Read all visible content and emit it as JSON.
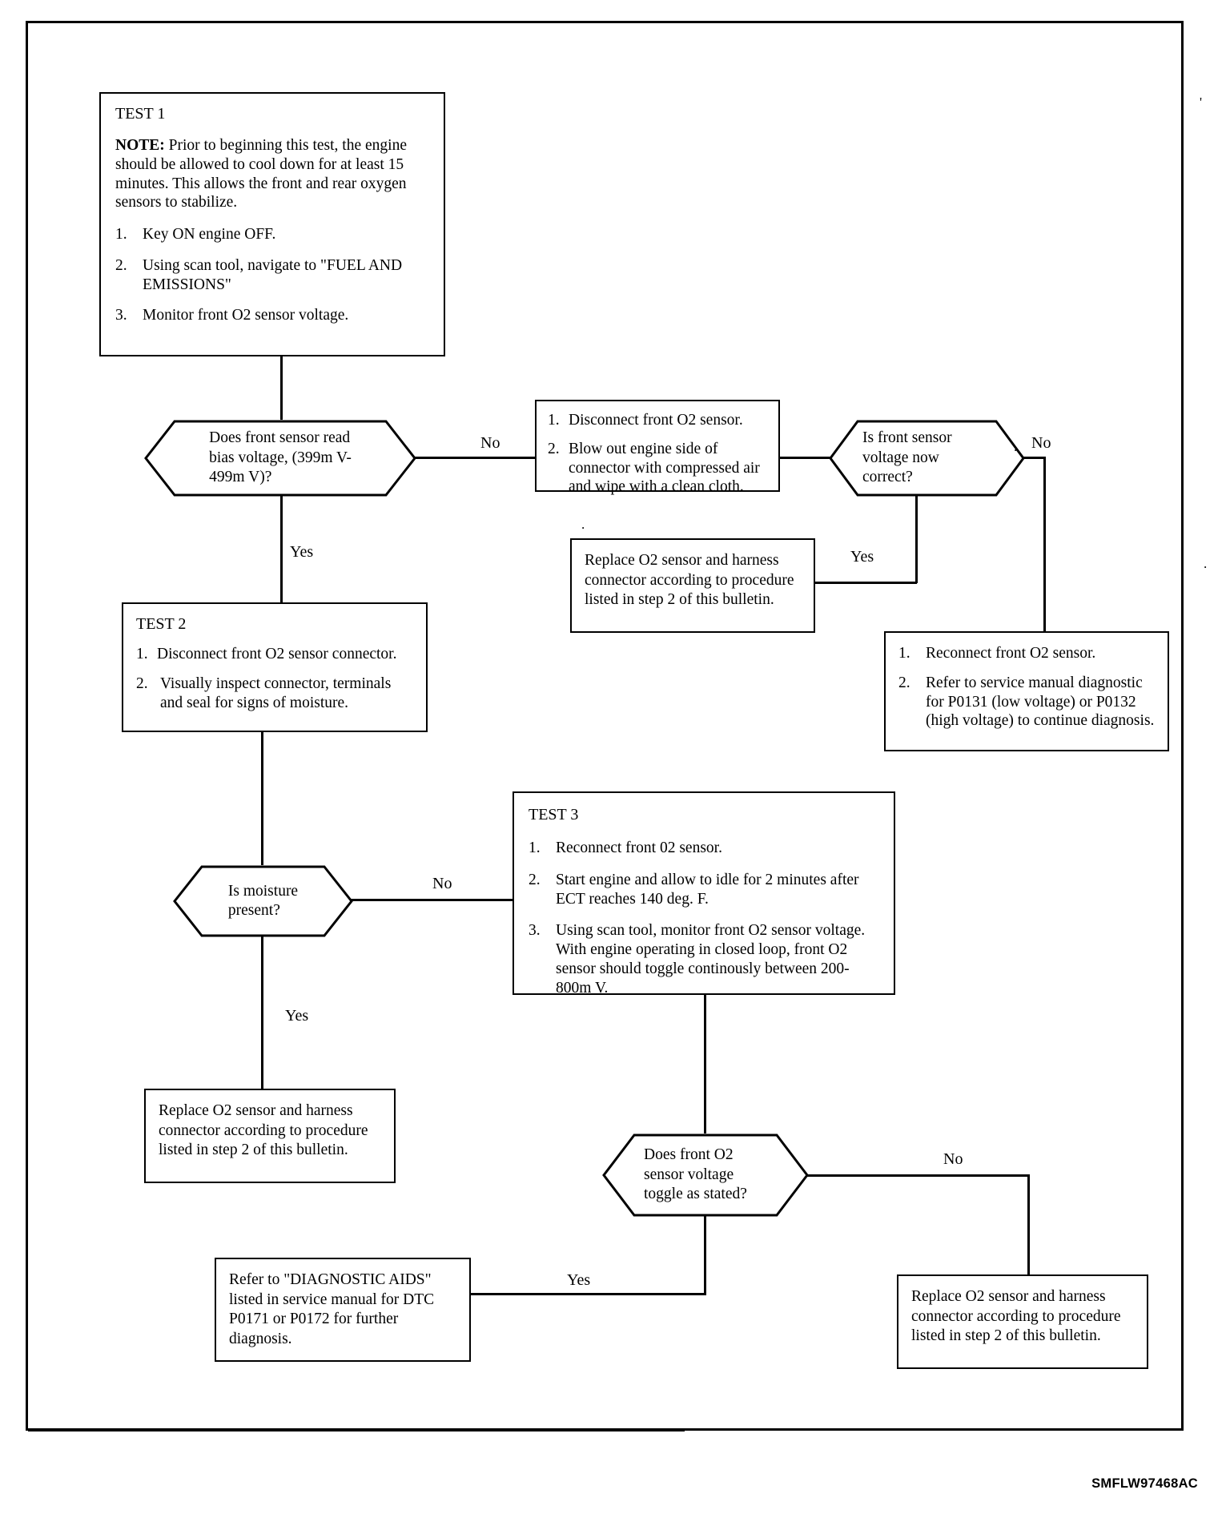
{
  "document": {
    "footer_code": "SMFLW97468AC"
  },
  "nodes": {
    "test1": {
      "title": "TEST 1",
      "note_label": "NOTE:",
      "note_text": " Prior to beginning this test, the engine should be allowed to cool down for at least 15 minutes. This allows the front and rear oxygen sensors to stabilize.",
      "steps": [
        {
          "num": "1.",
          "text": "Key ON engine OFF."
        },
        {
          "num": "2.",
          "text": "Using scan tool, navigate to \"FUEL AND EMISSIONS\""
        },
        {
          "num": "3.",
          "text": "Monitor front O2 sensor voltage."
        }
      ]
    },
    "decision1": {
      "lines": [
        "Does front sensor read",
        "bias voltage, (399m V-",
        "499m V)?"
      ]
    },
    "clean_connector": {
      "steps": [
        {
          "num": "1.",
          "text": "Disconnect front O2 sensor."
        },
        {
          "num": "2.",
          "text": "Blow out engine side of connector with compressed air and wipe with a clean cloth."
        }
      ]
    },
    "decision2": {
      "lines": [
        "Is front sensor",
        "voltage now",
        "correct?"
      ]
    },
    "replace_mid": {
      "text": "Replace O2 sensor and harness connector according to procedure listed in step 2 of this bulletin."
    },
    "reconnect_refer": {
      "steps": [
        {
          "num": "1.",
          "text": "Reconnect front O2 sensor."
        },
        {
          "num": "2.",
          "text": "Refer to service manual diagnostic for P0131 (low voltage) or P0132 (high voltage) to continue diagnosis."
        }
      ]
    },
    "test2": {
      "title": "TEST 2",
      "steps": [
        {
          "num": "1.",
          "text": "Disconnect front O2 sensor connector."
        },
        {
          "num": "2.",
          "text": "Visually inspect connector, terminals and seal for signs of moisture."
        }
      ]
    },
    "decision3": {
      "lines": [
        "Is moisture",
        "present?"
      ]
    },
    "test3": {
      "title": "TEST 3",
      "steps": [
        {
          "num": "1.",
          "text": "Reconnect front 02 sensor."
        },
        {
          "num": "2.",
          "text": "Start engine and allow to idle for 2 minutes after ECT reaches 140 deg. F."
        },
        {
          "num": "3.",
          "text": "Using scan tool, monitor front O2 sensor voltage. With engine operating in closed loop, front O2 sensor should toggle continously between 200-800m V."
        }
      ]
    },
    "replace_left": {
      "text": "Replace O2 sensor and harness connector according to procedure listed in step 2 of this bulletin."
    },
    "decision4": {
      "lines": [
        "Does front O2",
        "sensor voltage",
        "toggle as stated?"
      ]
    },
    "diagnostic_aids": {
      "text": "Refer to \"DIAGNOSTIC AIDS\" listed in service manual for DTC P0171 or P0172 for further diagnosis."
    },
    "replace_bottom": {
      "text": "Replace O2 sensor and harness connector according to procedure listed in step 2 of this bulletin."
    }
  },
  "edge_labels": {
    "d1_no": "No",
    "d1_yes": "Yes",
    "d2_no": "No",
    "d2_yes": "Yes",
    "d3_no": "No",
    "d3_yes": "Yes",
    "d4_no": "No",
    "d4_yes": "Yes"
  }
}
